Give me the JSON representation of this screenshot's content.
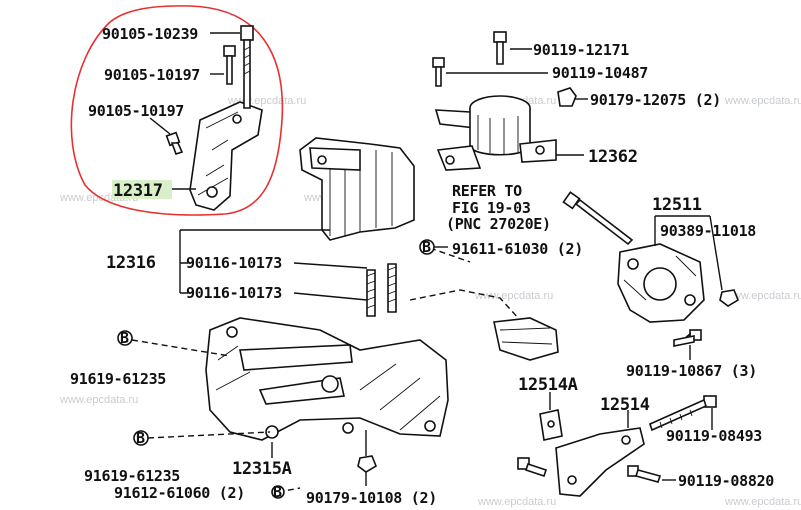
{
  "watermark": "www.epcdata.ru",
  "labels": {
    "p90105_10239": "90105-10239",
    "p90105_10197a": "90105-10197",
    "p90105_10197b": "90105-10197",
    "p12317": "12317",
    "p90119_12171": "90119-12171",
    "p90119_10487": "90119-10487",
    "p90179_12075": "90179-12075 (2)",
    "p12362": "12362",
    "refer1": "REFER TO",
    "refer2": "FIG 19-03",
    "refer3": "(PNC 27020E)",
    "p12511": "12511",
    "p90389_11018": "90389-11018",
    "p12316": "12316",
    "p90116_10173a": "90116-10173",
    "p90116_10173b": "90116-10173",
    "bmark": "B",
    "p91611_61030": "91611-61030 (2)",
    "p91619_61235a": "91619-61235",
    "p91619_61235b": "91619-61235",
    "p90119_10867": "90119-10867 (3)",
    "p12514A": "12514A",
    "p12514": "12514",
    "p90119_08493": "90119-08493",
    "p12315A": "12315A",
    "p91612_61060": "91612-61060 (2)",
    "p90179_10108": "90179-10108 (2)",
    "p90119_08820": "90119-08820"
  }
}
